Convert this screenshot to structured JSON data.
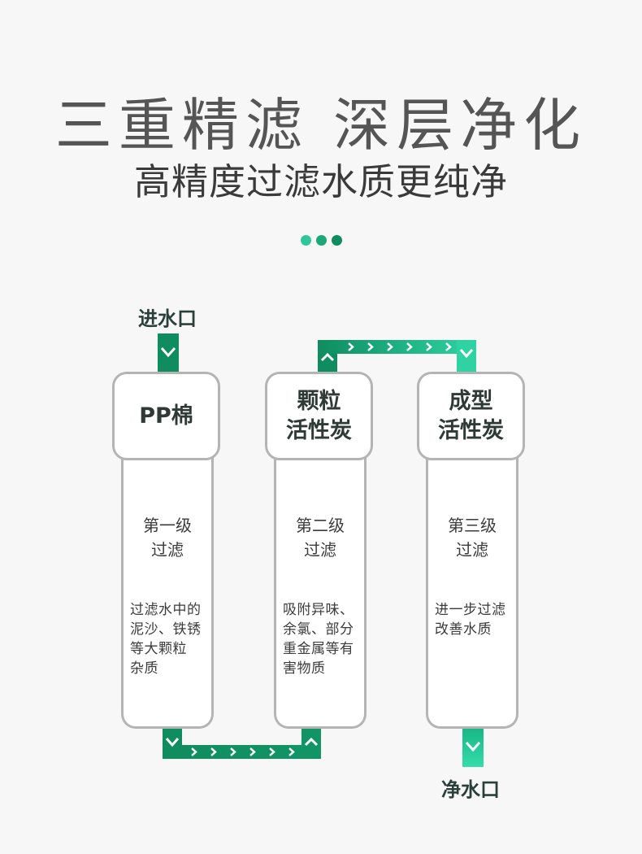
{
  "header": {
    "title": "三重精滤 深层净化",
    "subtitle": "高精度过滤水质更纯净"
  },
  "colors": {
    "pipe_dark": "#0f8c60",
    "pipe_light": "#2fd3a3",
    "border": "#b4b4b4",
    "title": "#555555"
  },
  "flow": {
    "inlet_label": "进水口",
    "outlet_label": "净水口"
  },
  "filters": [
    {
      "name": "PP棉",
      "stage": "第一级\n过滤",
      "description": "过滤水中的\n泥沙、铁锈\n等大颗粒\n杂质"
    },
    {
      "name": "颗粒\n活性炭",
      "stage": "第二级\n过滤",
      "description": "吸附异味、\n余氯、部分\n重金属等有\n害物质"
    },
    {
      "name": "成型\n活性炭",
      "stage": "第三级\n过滤",
      "description": "进一步过滤\n改善水质"
    }
  ]
}
